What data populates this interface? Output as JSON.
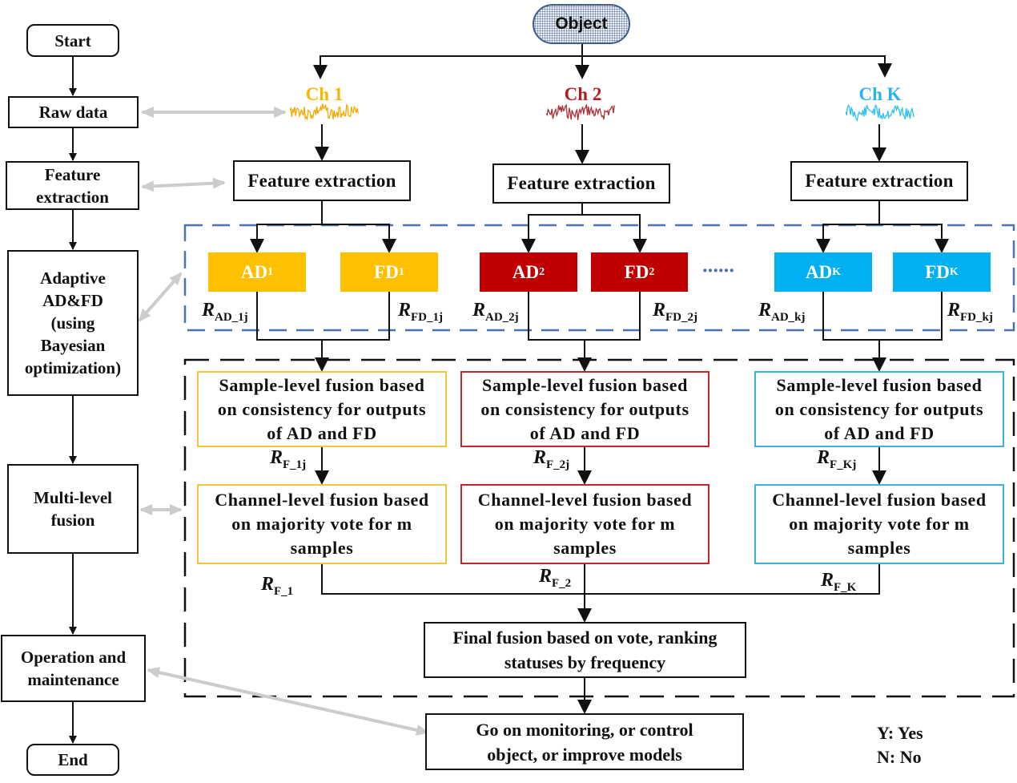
{
  "process_flow": {
    "start": "Start",
    "raw_data": "Raw data",
    "feature_extraction": [
      "Feature",
      "extraction"
    ],
    "adaptive": [
      "Adaptive",
      "AD&FD",
      "(using",
      "Bayesian",
      "optimization)"
    ],
    "multi_level": [
      "Multi-level",
      "fusion"
    ],
    "operation": [
      "Operation and",
      "maintenance"
    ],
    "end": "End"
  },
  "object": "Object",
  "channels": [
    {
      "name": "Ch 1",
      "color": "#F5B800",
      "feature_extraction": "Feature extraction",
      "ad": {
        "label": "AD",
        "sub": "1",
        "color": "#FFC000"
      },
      "fd": {
        "label": "FD",
        "sub": "1",
        "color": "#FFC000"
      },
      "r_ad": {
        "base": "R",
        "sub": "AD_1j"
      },
      "r_fd": {
        "base": "R",
        "sub": "FD_1j"
      },
      "sample_fusion": [
        "Sample-level fusion based",
        "on consistency for outputs",
        "of AD and FD"
      ],
      "r_f_sample": {
        "base": "R",
        "sub": "F_1j"
      },
      "channel_fusion": [
        "Channel-level fusion based",
        "on majority vote for m",
        "samples"
      ],
      "r_f_channel": {
        "base": "R",
        "sub": "F_1"
      }
    },
    {
      "name": "Ch 2",
      "color": "#B01E23",
      "feature_extraction": "Feature extraction",
      "ad": {
        "label": "AD",
        "sub": "2",
        "color": "#C00000"
      },
      "fd": {
        "label": "FD",
        "sub": "2",
        "color": "#C00000"
      },
      "r_ad": {
        "base": "R",
        "sub": "AD_2j"
      },
      "r_fd": {
        "base": "R",
        "sub": "FD_2j"
      },
      "sample_fusion": [
        "Sample-level fusion based",
        "on consistency for outputs",
        "of AD and FD"
      ],
      "r_f_sample": {
        "base": "R",
        "sub": "F_2j"
      },
      "channel_fusion": [
        "Channel-level fusion based",
        "on majority vote for m",
        "samples"
      ],
      "r_f_channel": {
        "base": "R",
        "sub": "F_2"
      }
    },
    {
      "name": "Ch K",
      "color": "#2BB3E6",
      "feature_extraction": "Feature extraction",
      "ad": {
        "label": "AD",
        "sub": "K",
        "color": "#00B0F0"
      },
      "fd": {
        "label": "FD",
        "sub": "K",
        "color": "#00B0F0"
      },
      "r_ad": {
        "base": "R",
        "sub": "AD_kj"
      },
      "r_fd": {
        "base": "R",
        "sub": "FD_kj"
      },
      "sample_fusion": [
        "Sample-level fusion based",
        "on consistency for outputs",
        "of AD and FD"
      ],
      "r_f_sample": {
        "base": "R",
        "sub": "F_Kj"
      },
      "channel_fusion": [
        "Channel-level fusion based",
        "on majority vote for m",
        "samples"
      ],
      "r_f_channel": {
        "base": "R",
        "sub": "F_K"
      }
    }
  ],
  "ellipsis": "······",
  "final_fusion": [
    "Final fusion based on vote, ranking",
    "statuses by frequency"
  ],
  "action": [
    "Go on monitoring, or control",
    "object, or improve models"
  ],
  "legend": [
    "Y: Yes",
    "N: No"
  ],
  "colors": {
    "detector_region_border": "#4A72B0",
    "fusion_region_border": "#111111",
    "link_arrow": "#CCCCCC"
  }
}
